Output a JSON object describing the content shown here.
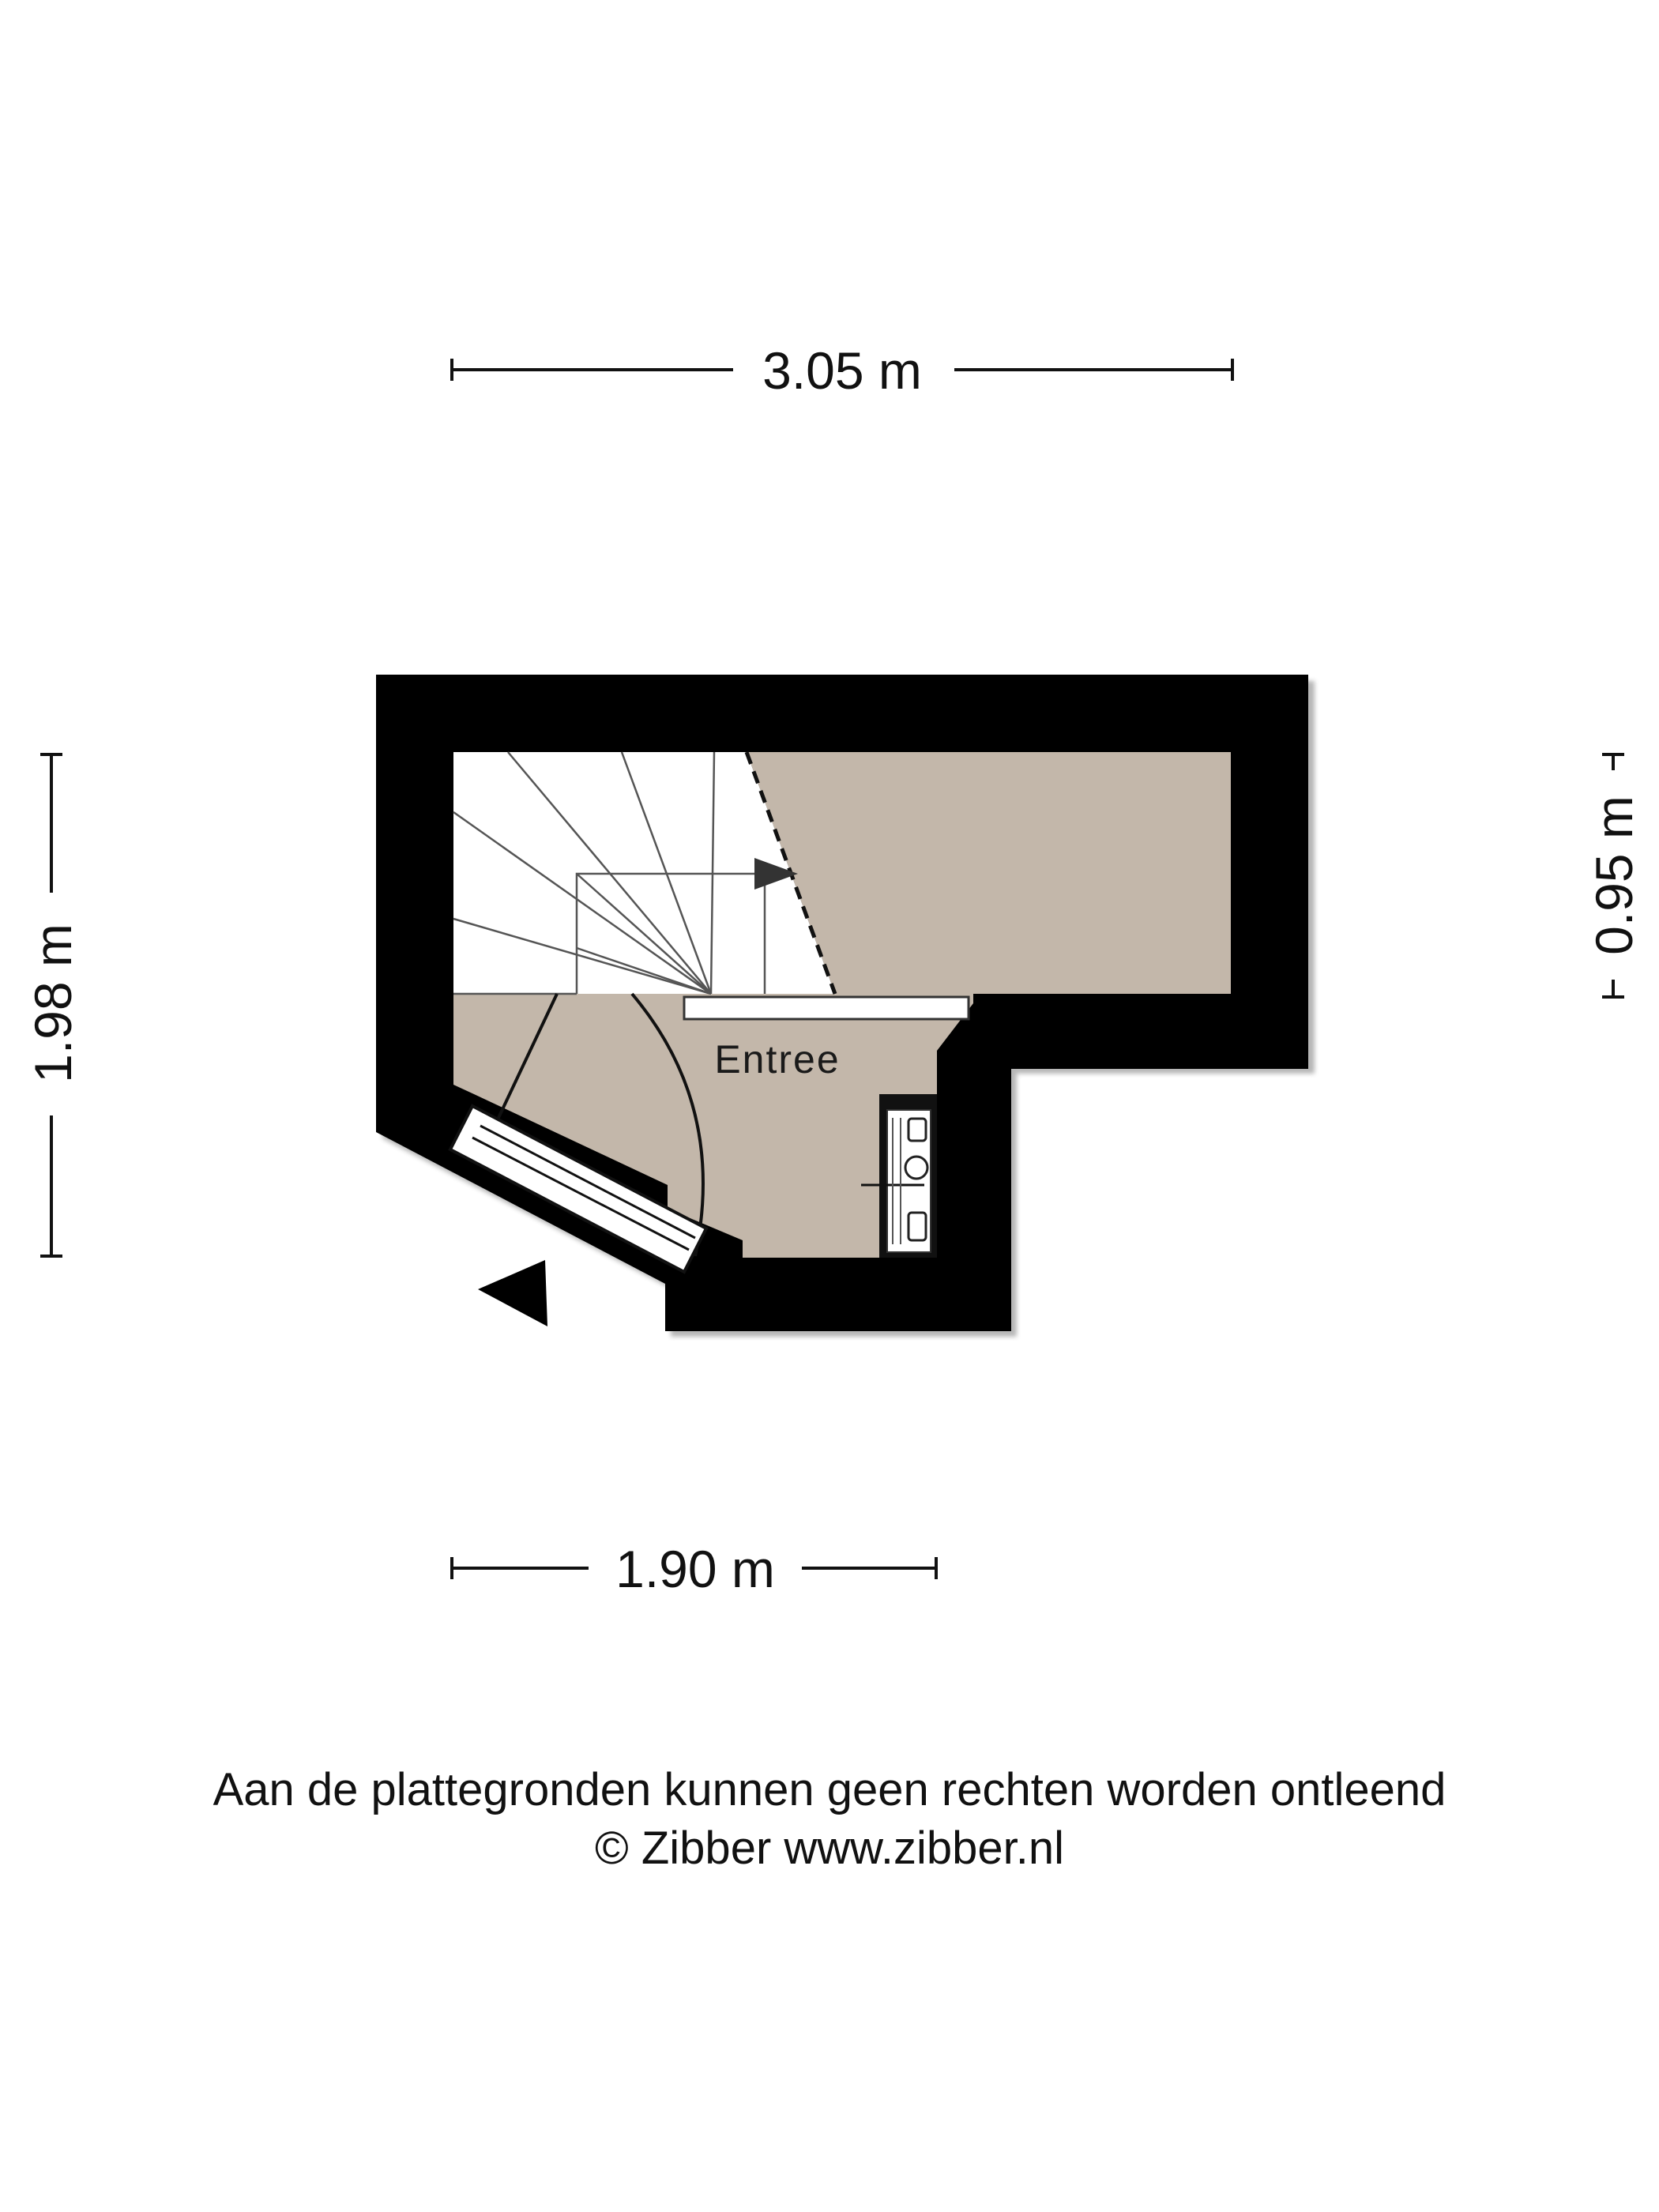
{
  "dimensions": {
    "top_width": "3.05 m",
    "bottom_width": "1.90 m",
    "left_height": "1.98 m",
    "right_height": "0.95 m"
  },
  "rooms": {
    "entree": "Entree"
  },
  "footer": {
    "disclaimer": "Aan de plattegronden kunnen geen rechten worden ontleend",
    "copyright": "© Zibber www.zibber.nl"
  },
  "colors": {
    "wall": "#000000",
    "floor": "#c3b7aa",
    "stair": "#ffffff"
  }
}
